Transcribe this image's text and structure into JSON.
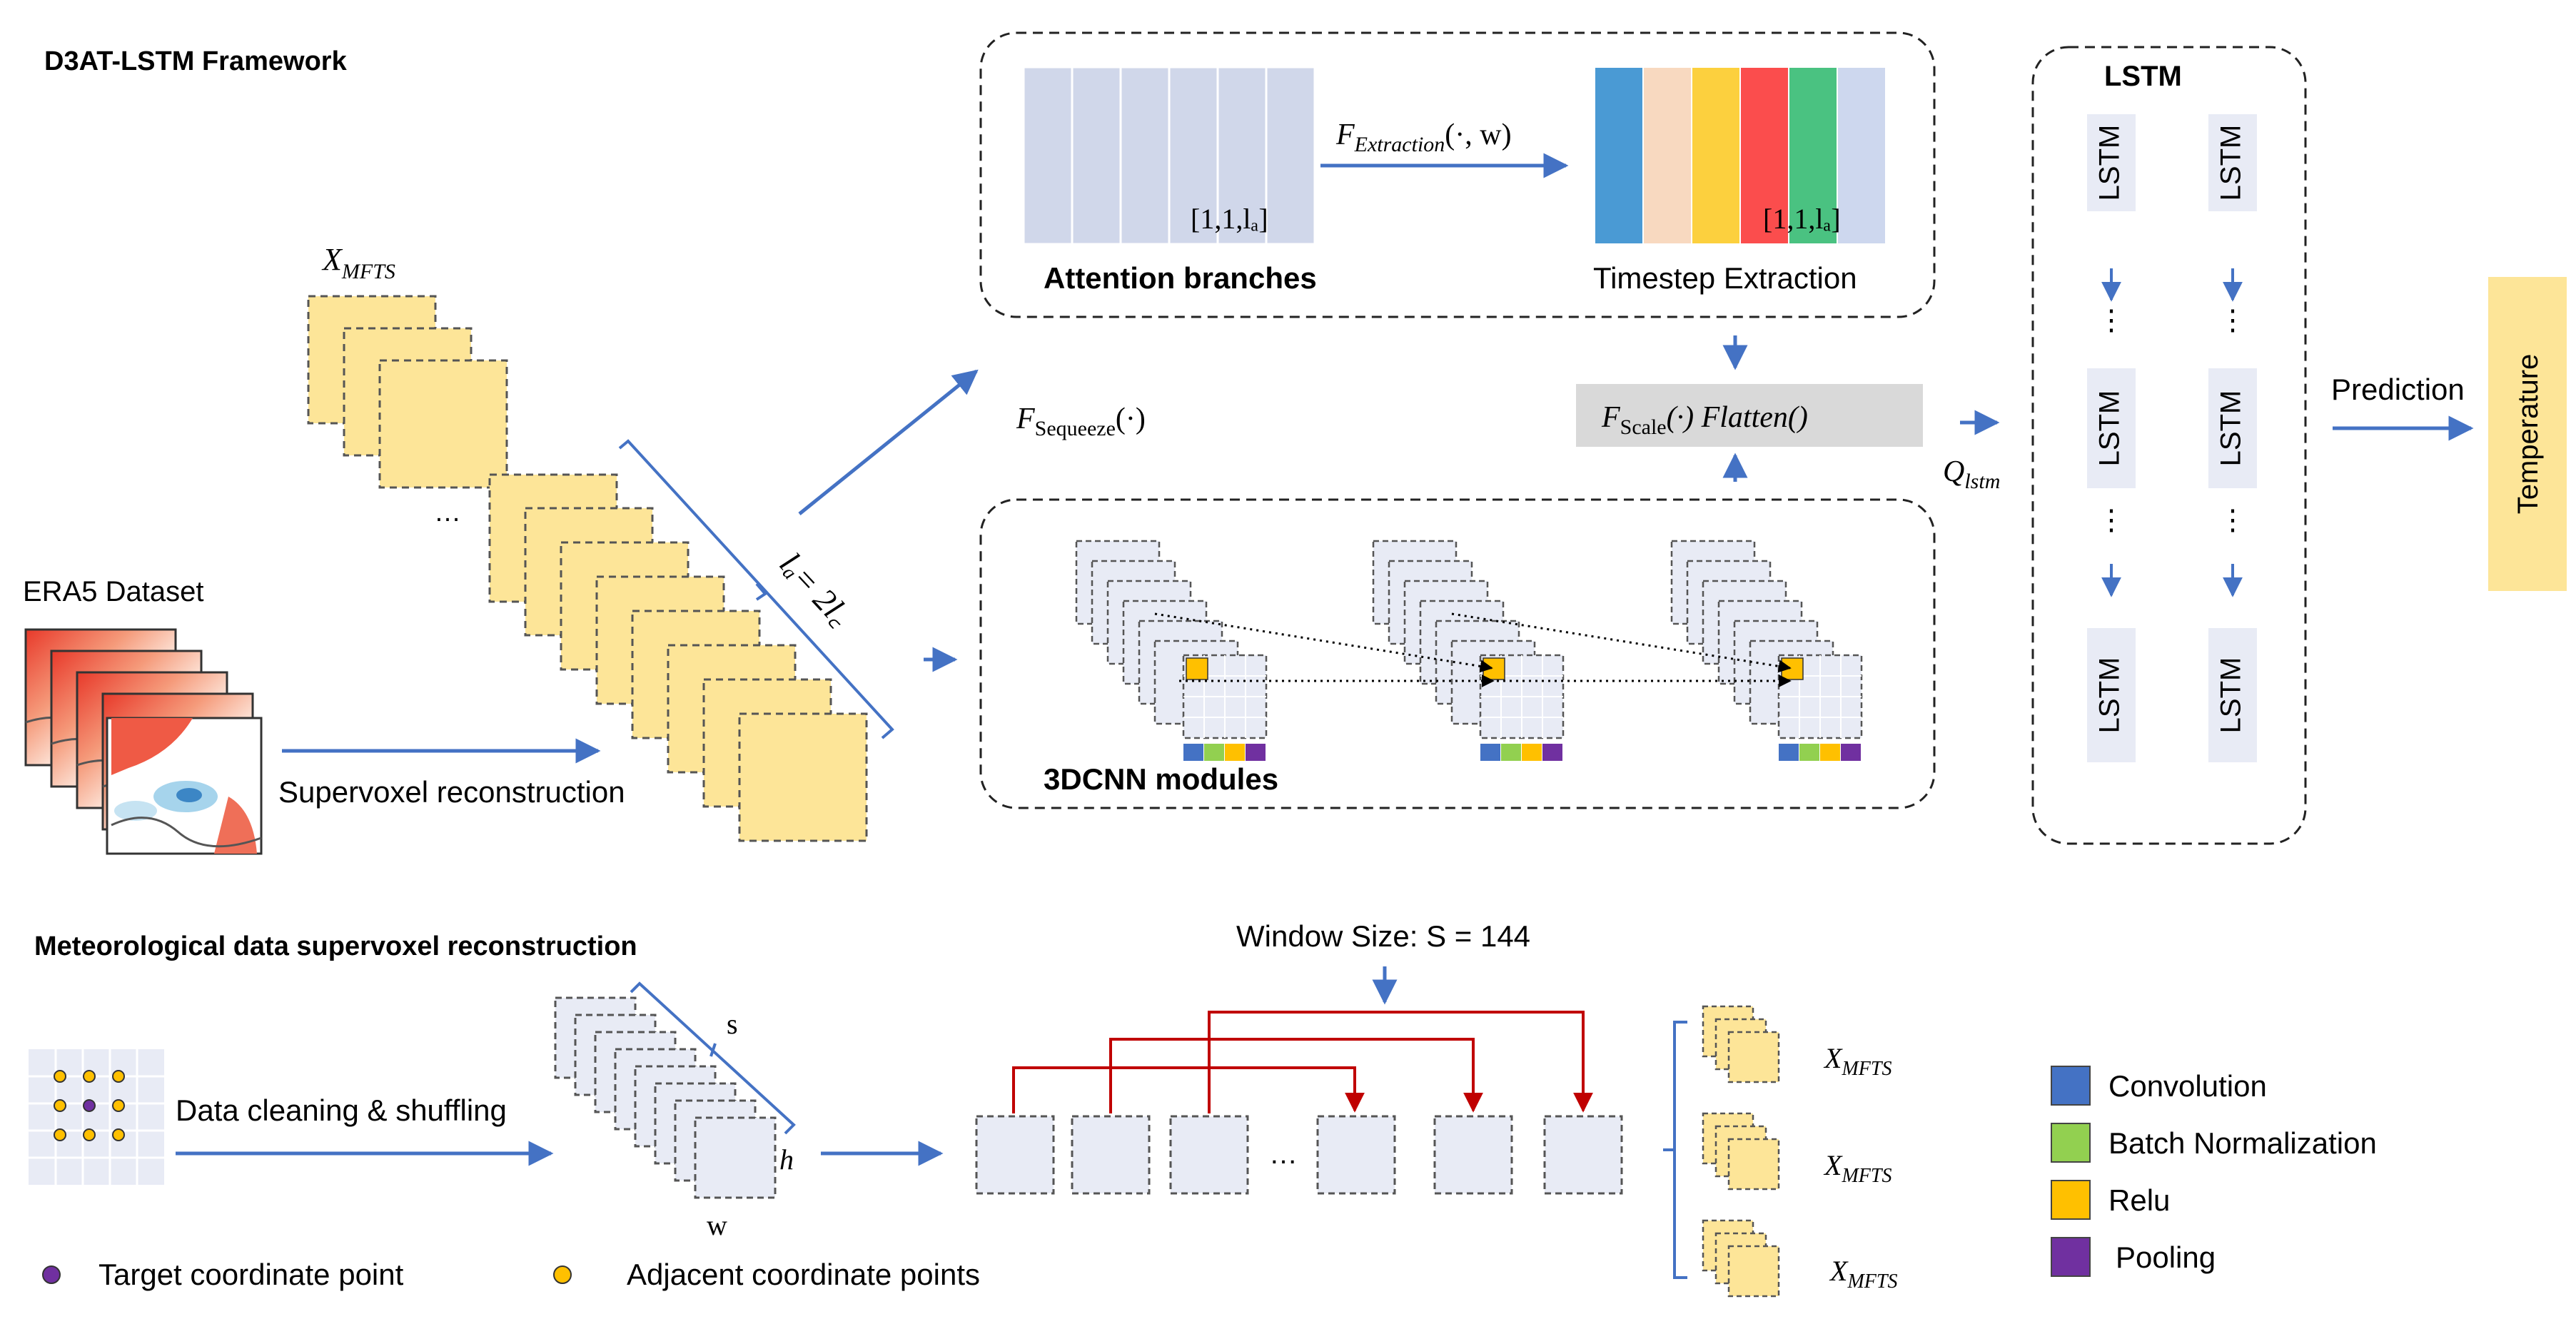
{
  "titles": {
    "framework": "D3AT-LSTM Framework",
    "reconstruction": "Meteorological data supervoxel reconstruction"
  },
  "labels": {
    "era5": "ERA5 Dataset",
    "supervoxel_reconstruction": "Supervoxel reconstruction",
    "x_mfts_main": "X",
    "x_mfts_main_sub": "MFTS",
    "la_formula": "lₐ= 2l꜀",
    "f_squeeze": "F",
    "f_squeeze_sub": "Sequeeze",
    "f_squeeze_arg": "(·)",
    "attention_branches": "Attention branches",
    "timestep_extraction": "Timestep Extraction",
    "f_extraction": "F",
    "f_extraction_sub": "Extraction",
    "f_extraction_arg": "(·, w)",
    "dims_left": "[1,1,lₐ]",
    "dims_right": "[1,1,lₐ]",
    "f_scale": "F",
    "f_scale_sub": "Scale",
    "f_scale_arg": "(·) Flatten()",
    "q_lstm": "Q",
    "q_lstm_sub": "lstm",
    "cnn_modules": "3DCNN modules",
    "lstm_title": "LSTM",
    "lstm_cell": "LSTM",
    "dots_vertical": "⋮",
    "prediction": "Prediction",
    "temperature": "Temperature",
    "window_size": "Window Size: S = 144",
    "data_cleaning": "Data cleaning & shuffling",
    "s_label": "s",
    "h_label": "h",
    "w_label": "w",
    "ellipsis": "…",
    "x_mfts_out": "X",
    "x_mfts_out_sub": "MFTS",
    "target_point": "Target coordinate point",
    "adjacent_points": "Adjacent coordinate points"
  },
  "legend": [
    {
      "label": "Convolution",
      "color": "#4472c4"
    },
    {
      "label": "Batch Normalization",
      "color": "#92d050"
    },
    {
      "label": "Relu",
      "color": "#ffc000"
    },
    {
      "label": "Pooling",
      "color": "#7030a0"
    }
  ],
  "colors": {
    "arrow": "#4472c4",
    "yellow_fill": "#fde598",
    "lavender": "#d0d7ea",
    "pale": "#e8ebf5",
    "red_arrow": "#c00000",
    "gray_box": "#d9d9d9",
    "timestep_colors": [
      "#4a9ad4",
      "#f8d9c0",
      "#fcd03e",
      "#fb4d4d",
      "#4ac281",
      "#cdd7ee"
    ]
  }
}
